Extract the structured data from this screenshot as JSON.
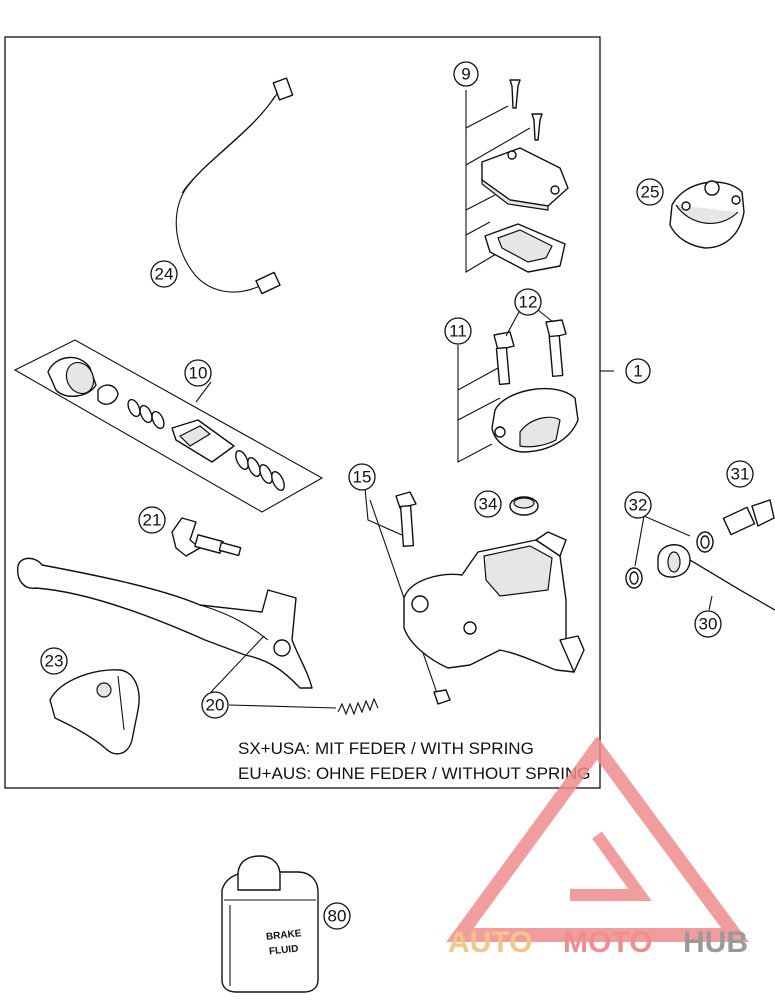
{
  "callouts": [
    {
      "id": "c1",
      "text": "1"
    },
    {
      "id": "c9",
      "text": "9"
    },
    {
      "id": "c10",
      "text": "10"
    },
    {
      "id": "c11",
      "text": "11"
    },
    {
      "id": "c12",
      "text": "12"
    },
    {
      "id": "c15",
      "text": "15"
    },
    {
      "id": "c20",
      "text": "20"
    },
    {
      "id": "c21",
      "text": "21"
    },
    {
      "id": "c23",
      "text": "23"
    },
    {
      "id": "c24",
      "text": "24"
    },
    {
      "id": "c25",
      "text": "25"
    },
    {
      "id": "c30",
      "text": "30"
    },
    {
      "id": "c31",
      "text": "31"
    },
    {
      "id": "c32",
      "text": "32"
    },
    {
      "id": "c34",
      "text": "34"
    },
    {
      "id": "c80",
      "text": "80"
    }
  ],
  "notes": {
    "line1": "SX+USA:  MIT FEDER / WITH SPRING",
    "line2": "EU+AUS:  OHNE FEDER / WITHOUT SPRING"
  },
  "bottle_label": {
    "line1": "BRAKE",
    "line2": "FLUID"
  },
  "watermark": {
    "part1": "AUTO",
    "part2": "MOTO",
    "part3": "HUB",
    "color1": "#f5c48a",
    "color2": "#f08d8d",
    "color3": "#9a9a9a"
  }
}
